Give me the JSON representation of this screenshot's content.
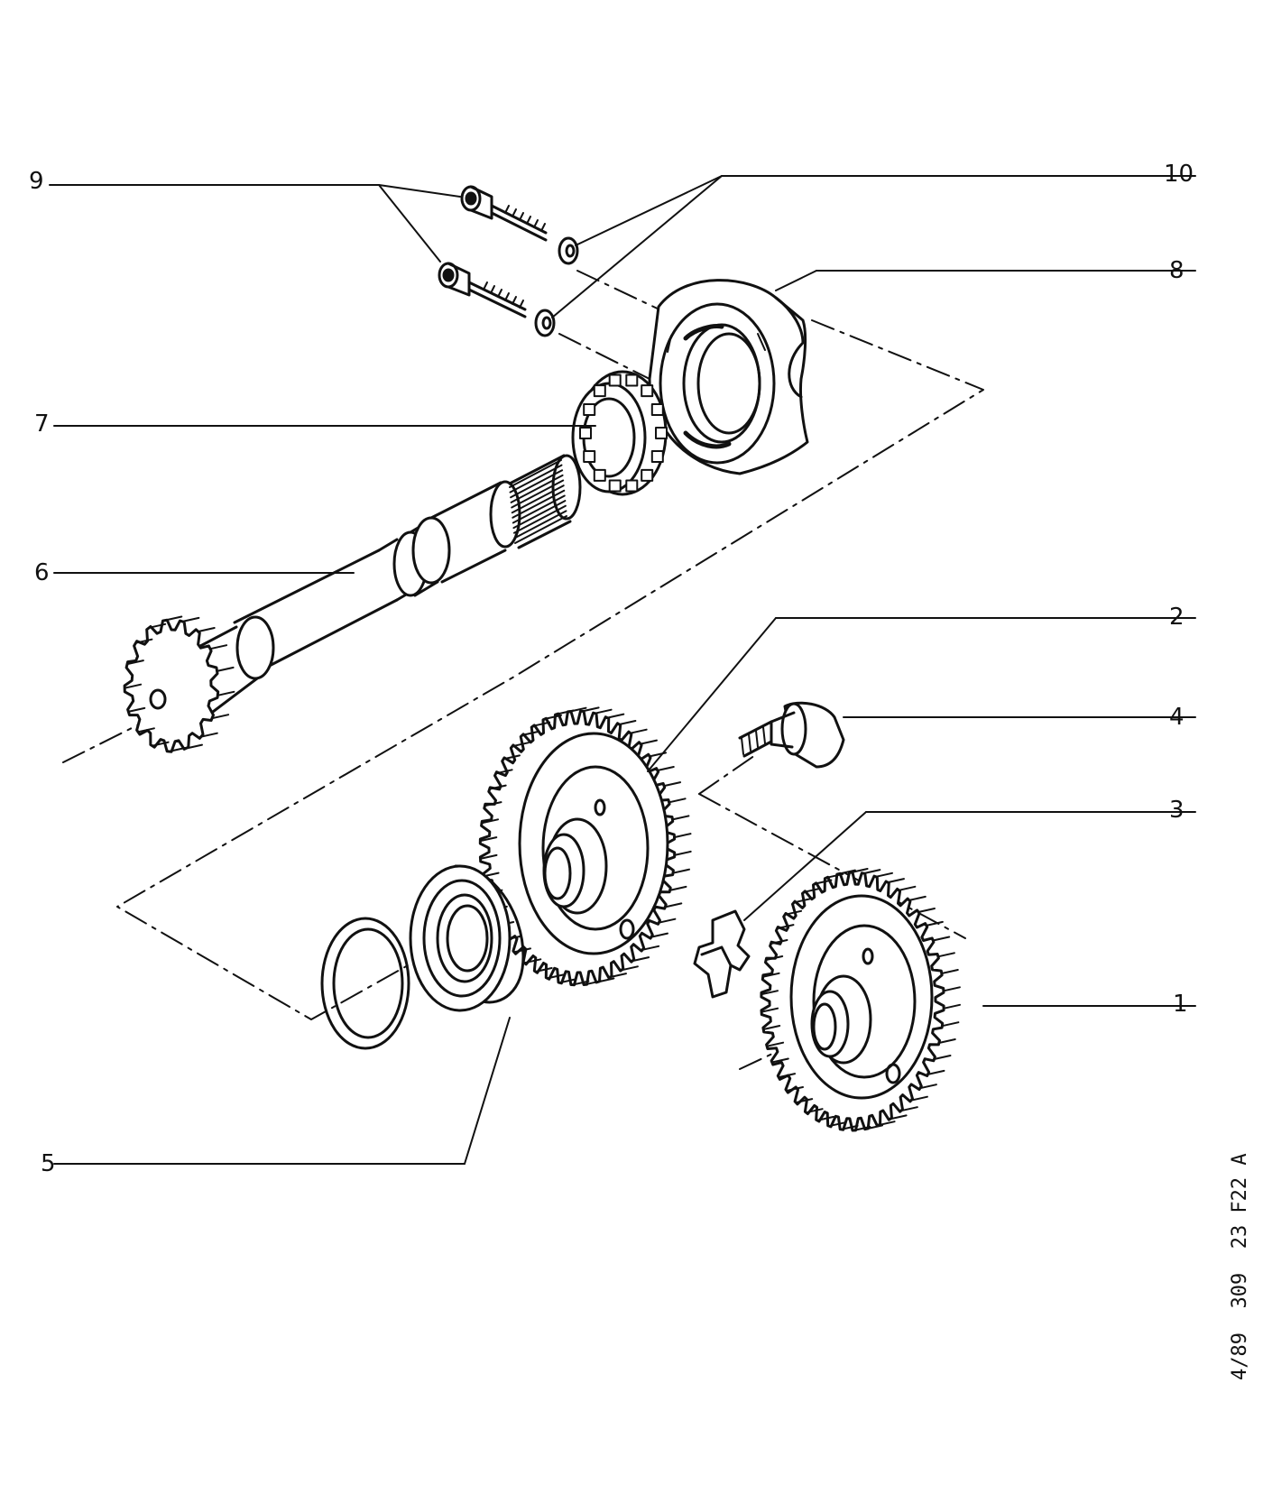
{
  "callouts": {
    "c1": "1",
    "c2": "2",
    "c3": "3",
    "c4": "4",
    "c5": "5",
    "c6": "6",
    "c7": "7",
    "c8": "8",
    "c9": "9",
    "c10": "10"
  },
  "reference_code": "4/89  309  23 F22 A",
  "colors": {
    "ink": "#111111",
    "paper": "#ffffff"
  },
  "parts": [
    {
      "callout": "1",
      "icon": "gear-icon"
    },
    {
      "callout": "2",
      "icon": "gear-icon"
    },
    {
      "callout": "3",
      "icon": "clip-icon"
    },
    {
      "callout": "4",
      "icon": "flanged-bolt-icon"
    },
    {
      "callout": "5",
      "icon": "ball-bearing-icon"
    },
    {
      "callout": "6",
      "icon": "splined-shaft-icon"
    },
    {
      "callout": "7",
      "icon": "roller-bearing-icon"
    },
    {
      "callout": "8",
      "icon": "bearing-housing-icon"
    },
    {
      "callout": "9",
      "icon": "screw-icon"
    },
    {
      "callout": "10",
      "icon": "washer-icon"
    }
  ]
}
